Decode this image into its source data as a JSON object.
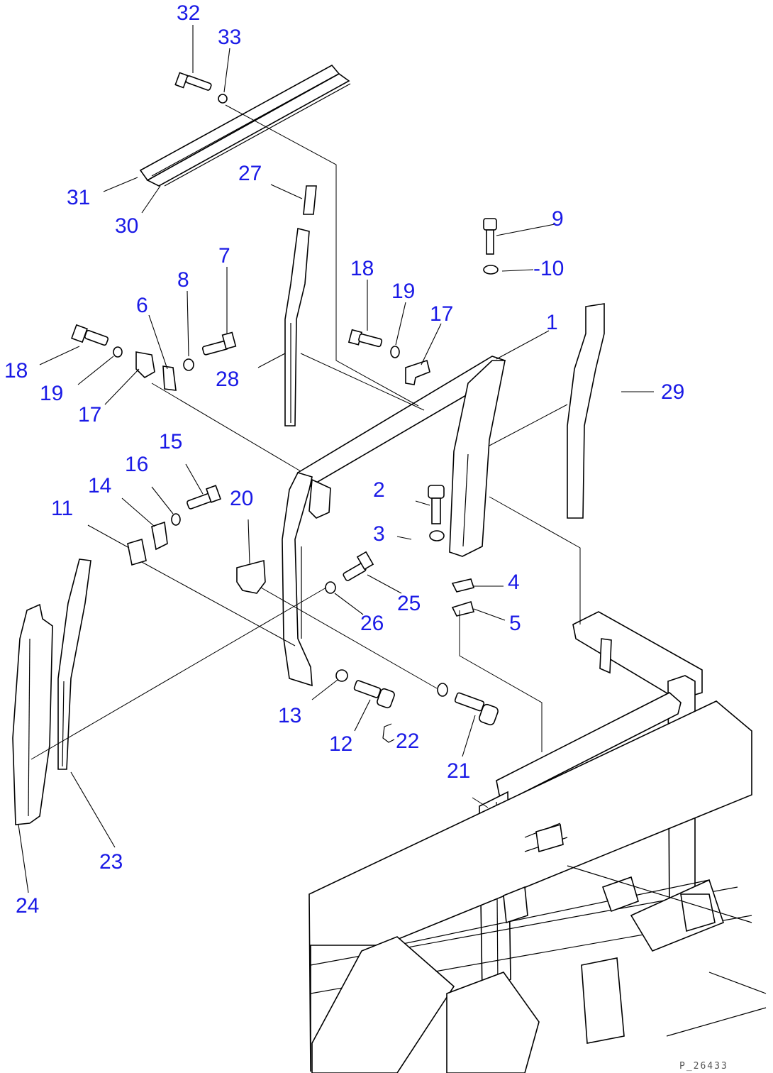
{
  "diagram": {
    "reference_code": "P_26433",
    "parts": [
      {
        "id": "p1",
        "number": "1"
      },
      {
        "id": "p2",
        "number": "2"
      },
      {
        "id": "p3",
        "number": "3"
      },
      {
        "id": "p4",
        "number": "4"
      },
      {
        "id": "p5",
        "number": "5"
      },
      {
        "id": "p6",
        "number": "6"
      },
      {
        "id": "p7",
        "number": "7"
      },
      {
        "id": "p8",
        "number": "8"
      },
      {
        "id": "p9",
        "number": "9"
      },
      {
        "id": "p10",
        "number": "-10"
      },
      {
        "id": "p11",
        "number": "11"
      },
      {
        "id": "p12",
        "number": "12"
      },
      {
        "id": "p13",
        "number": "13"
      },
      {
        "id": "p14",
        "number": "14"
      },
      {
        "id": "p15",
        "number": "15"
      },
      {
        "id": "p16",
        "number": "16"
      },
      {
        "id": "p17a",
        "number": "17"
      },
      {
        "id": "p17b",
        "number": "17"
      },
      {
        "id": "p18a",
        "number": "18"
      },
      {
        "id": "p18b",
        "number": "18"
      },
      {
        "id": "p19a",
        "number": "19"
      },
      {
        "id": "p19b",
        "number": "19"
      },
      {
        "id": "p20",
        "number": "20"
      },
      {
        "id": "p21",
        "number": "21"
      },
      {
        "id": "p22",
        "number": "22"
      },
      {
        "id": "p23",
        "number": "23"
      },
      {
        "id": "p24",
        "number": "24"
      },
      {
        "id": "p25",
        "number": "25"
      },
      {
        "id": "p26",
        "number": "26"
      },
      {
        "id": "p27",
        "number": "27"
      },
      {
        "id": "p28",
        "number": "28"
      },
      {
        "id": "p29",
        "number": "29"
      },
      {
        "id": "p30",
        "number": "30"
      },
      {
        "id": "p31",
        "number": "31"
      },
      {
        "id": "p32",
        "number": "32"
      },
      {
        "id": "p33",
        "number": "33"
      }
    ]
  }
}
